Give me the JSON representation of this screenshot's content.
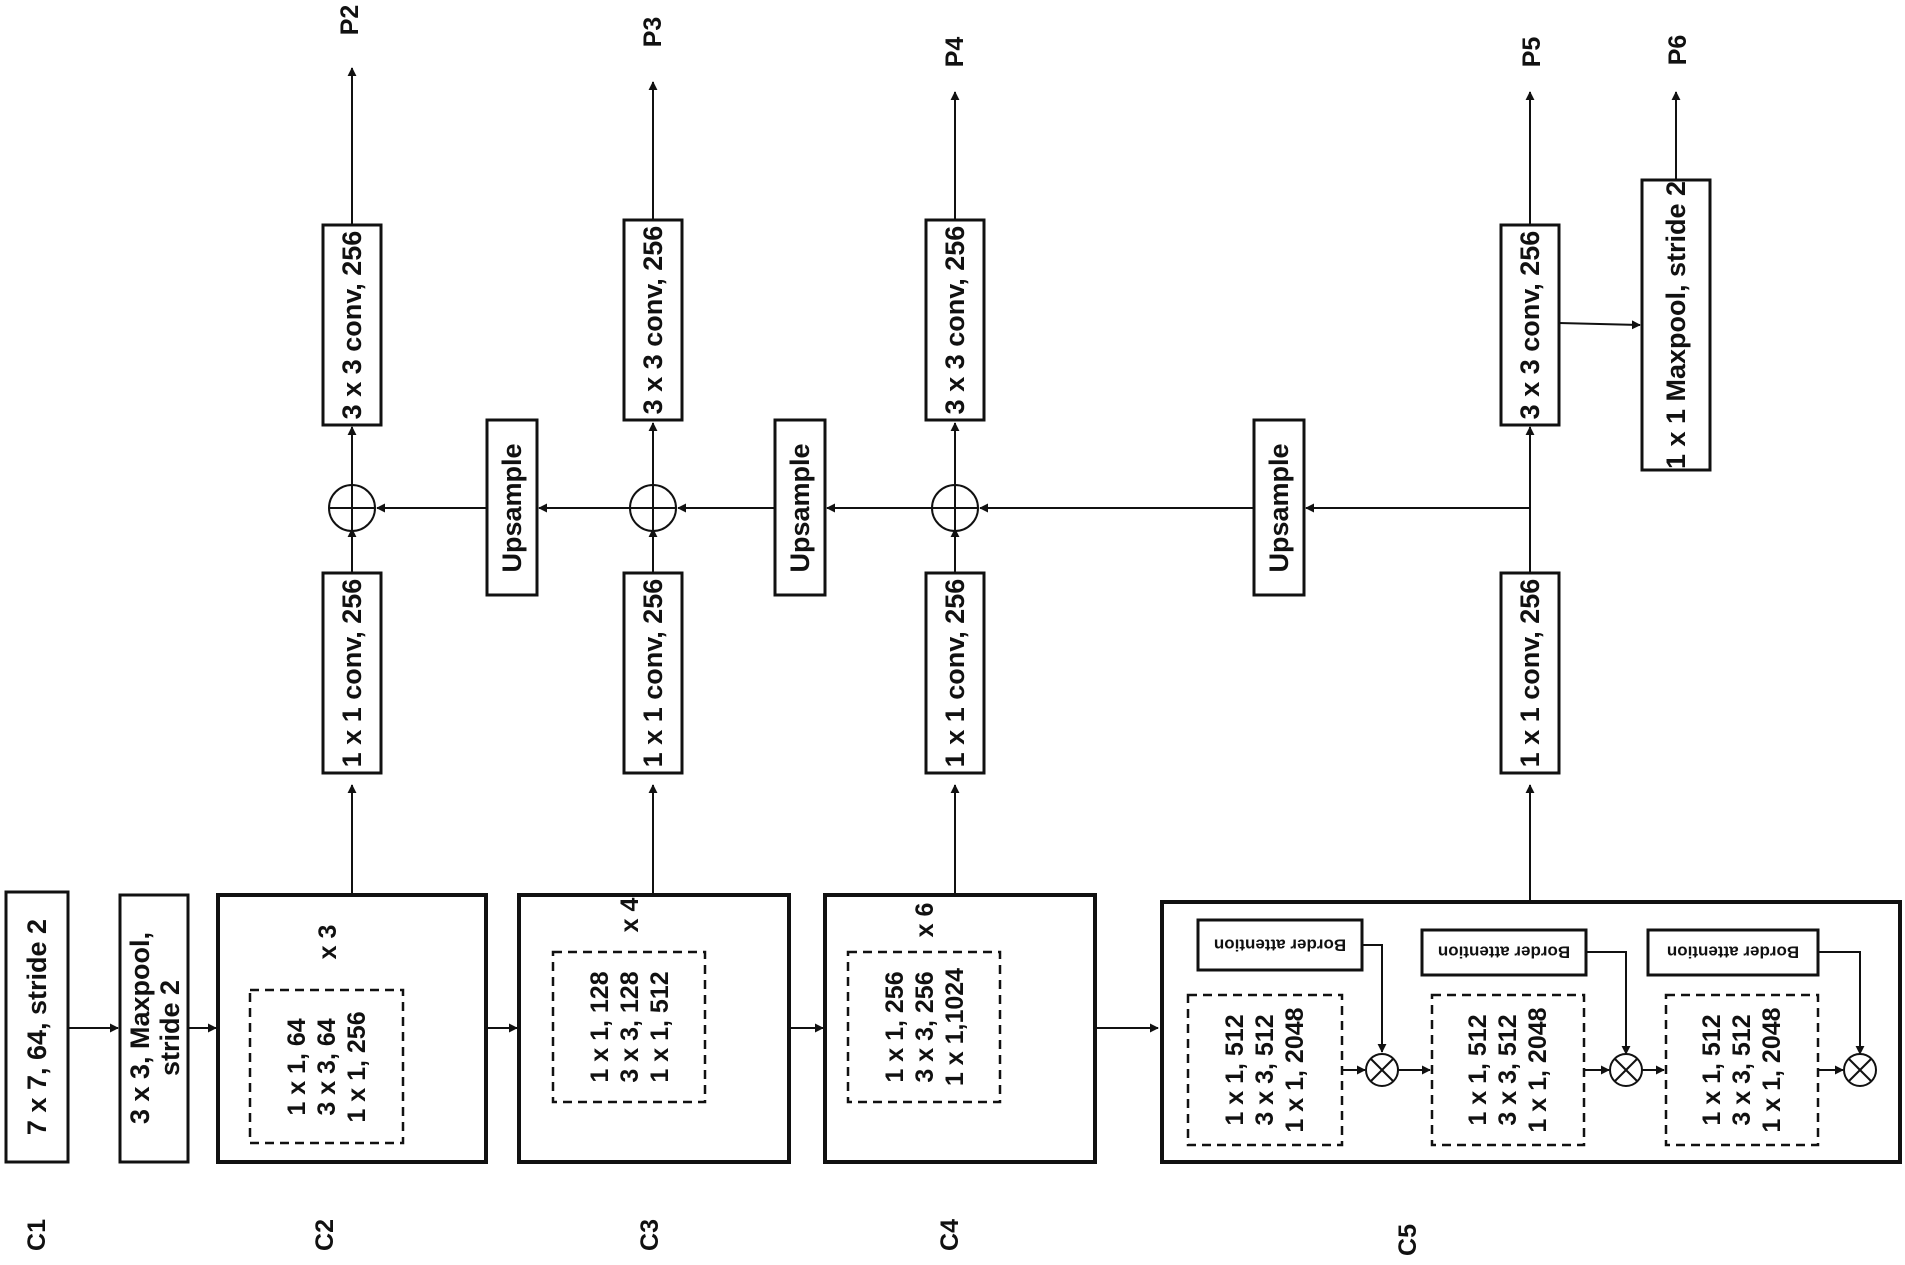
{
  "stages": {
    "c1": "C1",
    "c2": "C2",
    "c3": "C3",
    "c4": "C4",
    "c5": "C5"
  },
  "outputs": {
    "p2": "P2",
    "p3": "P3",
    "p4": "P4",
    "p5": "P5",
    "p6": "P6"
  },
  "stem": {
    "conv": "7 x 7, 64, stride 2",
    "maxpool_line1": "3 x 3, Maxpool,",
    "maxpool_line2": "stride 2"
  },
  "c2_block": {
    "line1": "1 x 1, 64",
    "line2": "3 x 3, 64",
    "line3": "1 x 1, 256",
    "repeat": "x 3"
  },
  "c3_block": {
    "line1": "1 x 1, 128",
    "line2": "3 x 3, 128",
    "line3": "1 x 1, 512",
    "repeat": "x 4"
  },
  "c4_block": {
    "line1": "1 x 1, 256",
    "line2": "3 x 3, 256",
    "line3": "1 x 1,1024",
    "repeat": "x 6"
  },
  "c5_blocks": [
    {
      "line1": "1 x 1,  512",
      "line2": "3 x 3,  512",
      "line3": "1 x 1,  2048",
      "attention": "Border attention"
    },
    {
      "line1": "1 x 1,  512",
      "line2": "3 x 3,  512",
      "line3": "1 x 1,  2048",
      "attention": "Border attention"
    },
    {
      "line1": "1 x 1,  512",
      "line2": "3 x 3,  512",
      "line3": "1 x 1,  2048",
      "attention": "Border attention"
    }
  ],
  "fpn": {
    "lateral": "1 x 1 conv, 256",
    "output_conv": "3 x 3 conv, 256",
    "upsample": "Upsample",
    "p6_pool": "1 x 1 Maxpool, stride 2"
  }
}
